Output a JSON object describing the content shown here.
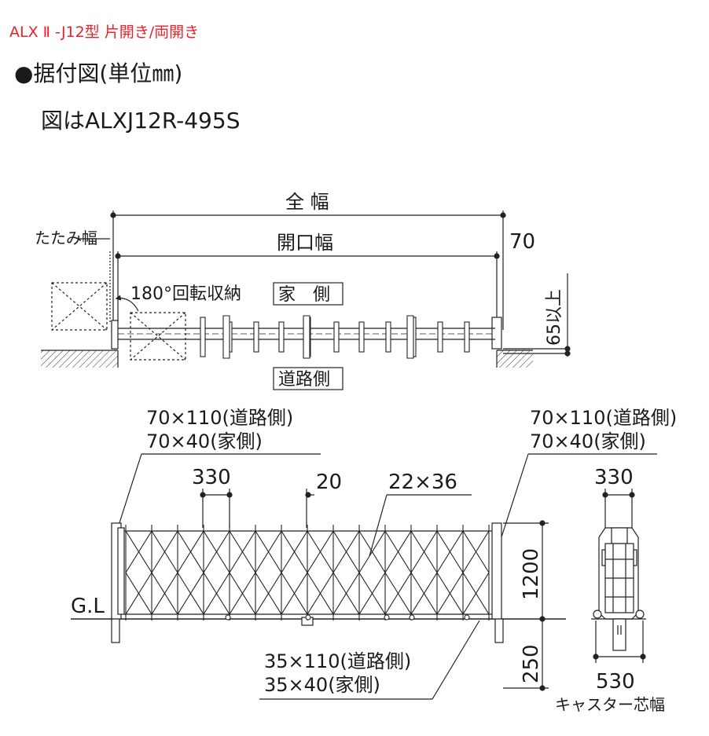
{
  "header": {
    "title": "ALX Ⅱ -J12型 片開き/両開き"
  },
  "section": {
    "title": "●据付図(単位㎜)",
    "caption": "図はALXJ12R-495S"
  },
  "plan": {
    "overall_width_label": "全 幅",
    "folded_width_label": "たたみ幅",
    "opening_width_label": "開口幅",
    "dim_70": "70",
    "rotate_label": "180°回転収納",
    "house_side_label": "家　側",
    "road_side_label": "道路側",
    "min_65_label": "65以上"
  },
  "elevation": {
    "post_left_1": "70×110(道路側)",
    "post_left_2": "70×40(家側)",
    "post_right_1": "70×110(道路側)",
    "post_right_2": "70×40(家側)",
    "pitch_330": "330",
    "bar_20": "20",
    "member_22x36": "22×36",
    "gl_label": "G.L",
    "height_1200": "1200",
    "depth_250": "250",
    "foot_1": "35×110(道路側)",
    "foot_2": "35×40(家側)"
  },
  "side": {
    "width_330": "330",
    "width_530": "530",
    "caster_label": "キャスター芯幅"
  }
}
